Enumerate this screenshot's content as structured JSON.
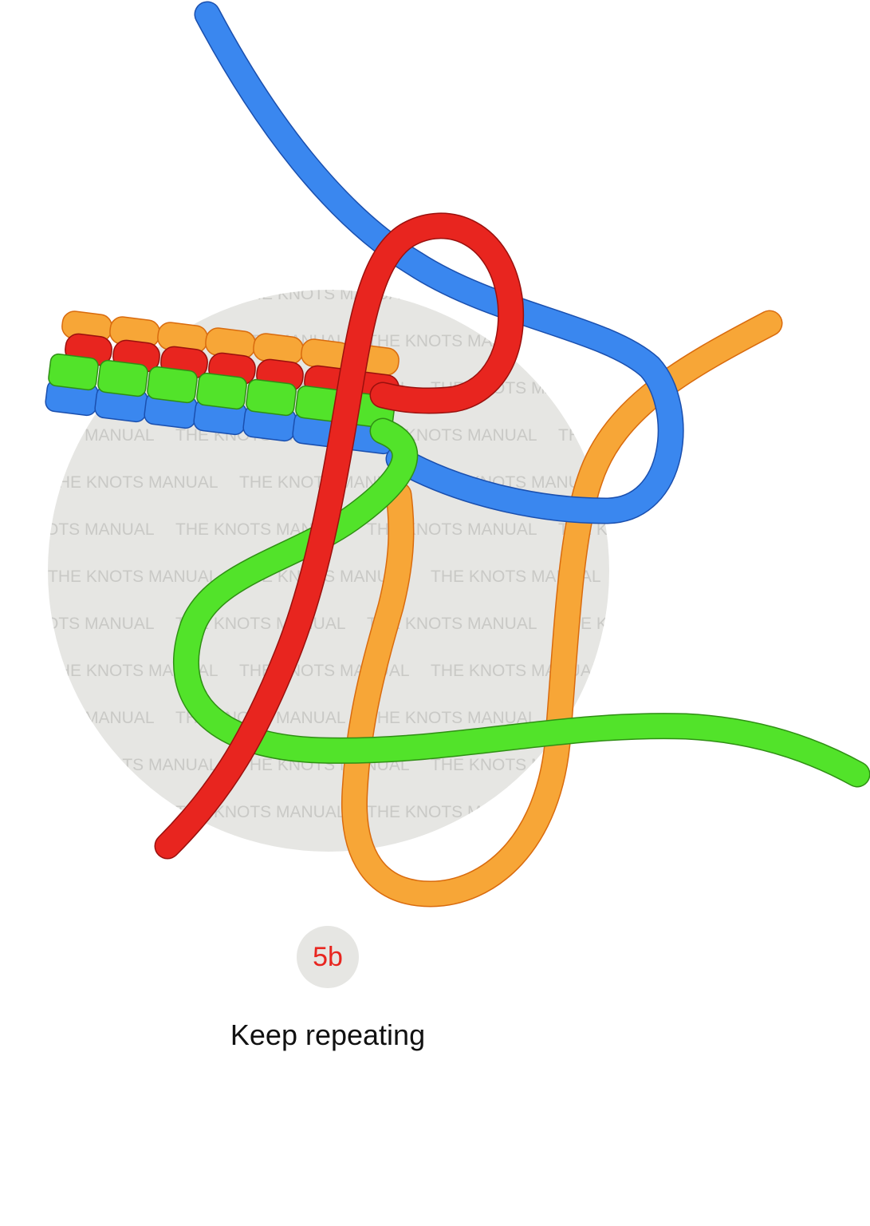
{
  "step": {
    "number": "5b"
  },
  "caption": "Keep repeating",
  "watermark": {
    "brand": "THE KNOTS MANUAL"
  },
  "colors": {
    "red": "#e8251f",
    "blue": "#3a87ef",
    "green": "#52e32a",
    "orange": "#f7a637",
    "backdrop": "#e6e6e3",
    "outline_red": "#9a100d",
    "outline_blue": "#1a4fae",
    "outline_green": "#2f8f14",
    "outline_orange": "#d96b0e"
  },
  "cords": [
    "blue-cord",
    "red-cord",
    "green-cord",
    "orange-cord"
  ]
}
